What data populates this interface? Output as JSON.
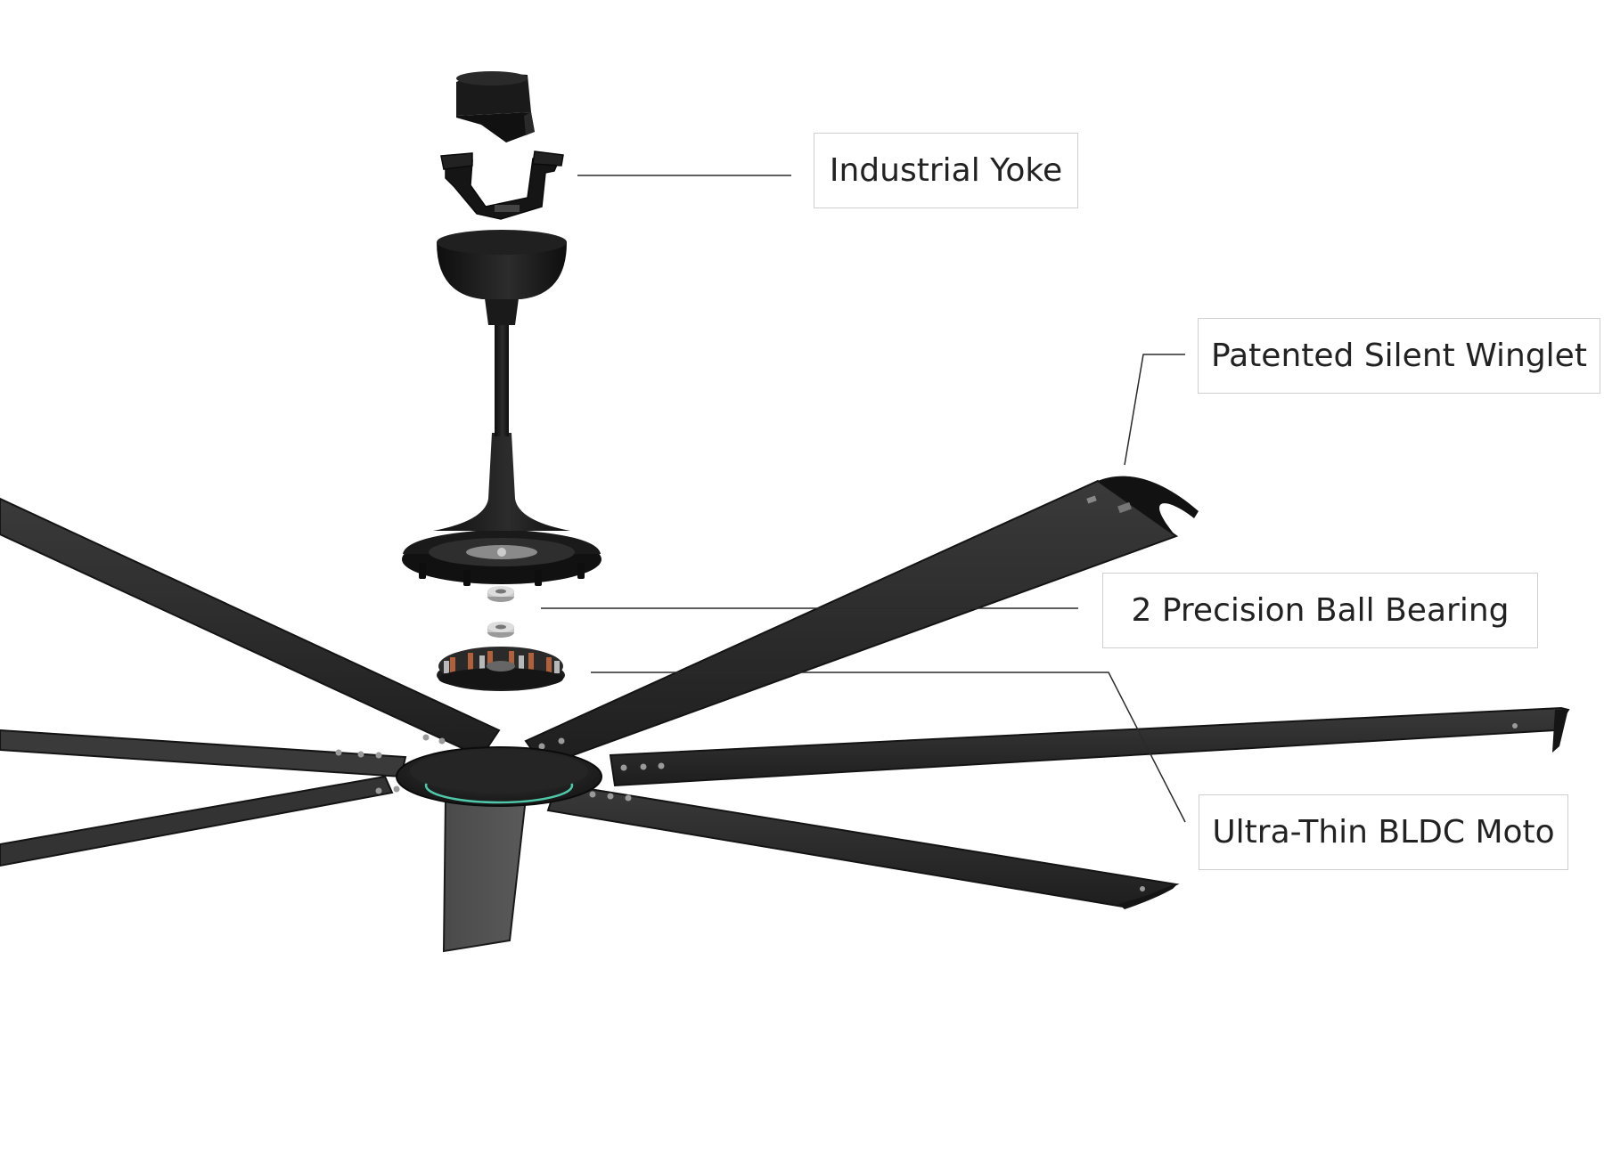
{
  "colors": {
    "background": "#ffffff",
    "fan_body": "#1c1c1c",
    "blade": "#2b2b2b",
    "blade_edge": "#141414",
    "leader_line": "#2a2a2a",
    "callout_border": "#cfcfcf",
    "hub_ring_accent": "#4fc7a8",
    "bearing_silver": "#c8c8c8",
    "motor_copper": "#b0603a"
  },
  "callouts": {
    "yoke": {
      "label": "Industrial Yoke"
    },
    "winglet": {
      "label": "Patented Silent Winglet"
    },
    "bearing": {
      "label": "2 Precision Ball Bearing"
    },
    "motor": {
      "label": "Ultra-Thin BLDC Moto"
    }
  }
}
